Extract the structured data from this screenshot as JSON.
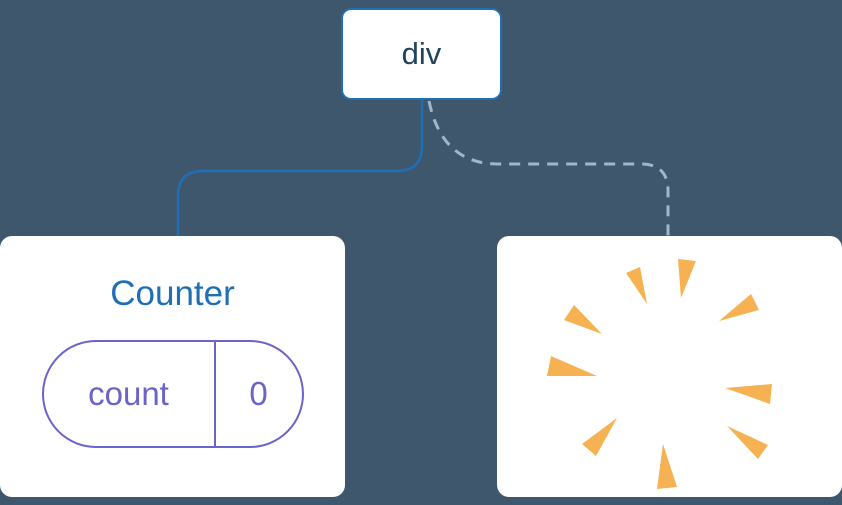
{
  "diagram": {
    "root": {
      "label": "div"
    },
    "counter": {
      "title": "Counter",
      "state": {
        "key": "count",
        "value": "0"
      }
    },
    "removed": {
      "icon": "poof-starburst"
    }
  },
  "colors": {
    "background": "#3E576C",
    "card": "#FFFFFF",
    "node_border": "#1E6FB5",
    "node_text": "#23425B",
    "solid_edge": "#1E6FB5",
    "dashed_edge": "#9EB7CE",
    "counter_title": "#1E6FB5",
    "state_pill": "#6A63C8",
    "poof": "#F6B152"
  }
}
